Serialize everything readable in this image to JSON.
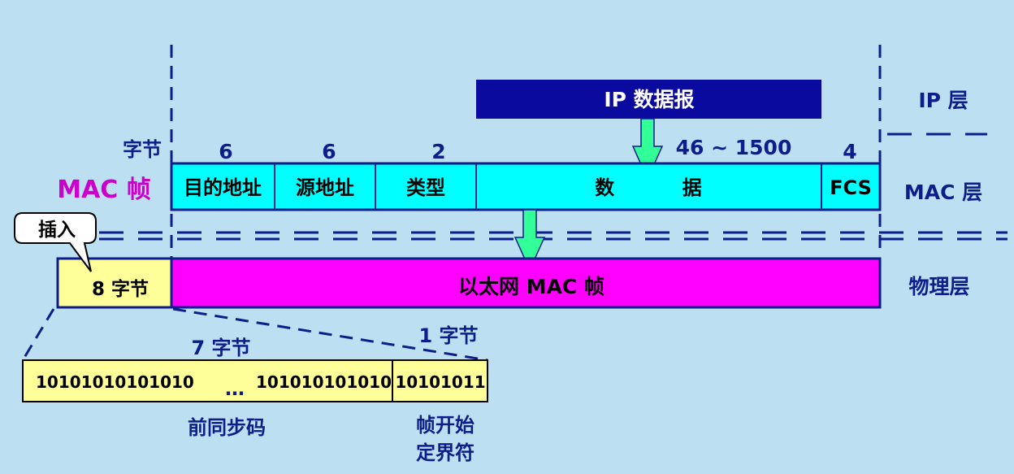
{
  "colors": {
    "background": "#bddff2",
    "navy": "#0d1e8a",
    "mac_frame_label": "#cc00cc",
    "cyan": "#00ffff",
    "ip_box": "#0a0a9e",
    "physical_frame": "#ff00ff",
    "preamble_fill": "#ffff99",
    "arrow": "#33ff99"
  },
  "layers": {
    "ip": "IP 层",
    "mac": "MAC 层",
    "physical": "物理层"
  },
  "ip_datagram": {
    "label": "IP 数据报"
  },
  "mac_frame": {
    "title": "MAC 帧",
    "bytes_label": "字节",
    "fields": [
      {
        "name": "目的地址",
        "bytes": "6"
      },
      {
        "name": "源地址",
        "bytes": "6"
      },
      {
        "name": "类型",
        "bytes": "2"
      },
      {
        "name": "数          据",
        "bytes": "46 ~ 1500"
      },
      {
        "name": "FCS",
        "bytes": "4"
      }
    ]
  },
  "physical": {
    "insert_callout": "插入",
    "preamble_box": "8 字节",
    "ethernet_frame": "以太网 MAC 帧"
  },
  "preamble_detail": {
    "sync_bytes": "7 字节",
    "sfd_bytes": "1 字节",
    "sync_start": "10101010101010",
    "ellipsis": "…",
    "sync_end": "101010101010",
    "sfd_bits": "10101011",
    "sync_caption": "前同步码",
    "sfd_caption_line1": "帧开始",
    "sfd_caption_line2": "定界符"
  }
}
